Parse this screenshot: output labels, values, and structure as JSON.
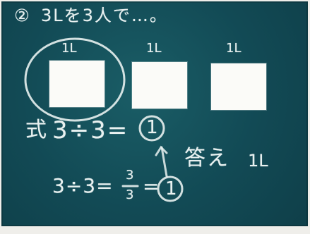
{
  "board": {
    "problem_number": "②",
    "problem_text": "3Lを3人で…。",
    "unit_labels": [
      "1L",
      "1L",
      "1L"
    ],
    "equation_1": {
      "prefix": "式",
      "expression": "3÷3=",
      "result": "1"
    },
    "answer": {
      "label": "答え",
      "value": "1L"
    },
    "equation_2": {
      "expression": "3÷3=",
      "fraction": {
        "numerator": "3",
        "denominator": "3"
      },
      "equals": "=",
      "result": "1"
    }
  },
  "colors": {
    "chalkboard": "#124a55",
    "chalk": "#e8f1f0",
    "paper_squares": "#fbfbf8"
  }
}
